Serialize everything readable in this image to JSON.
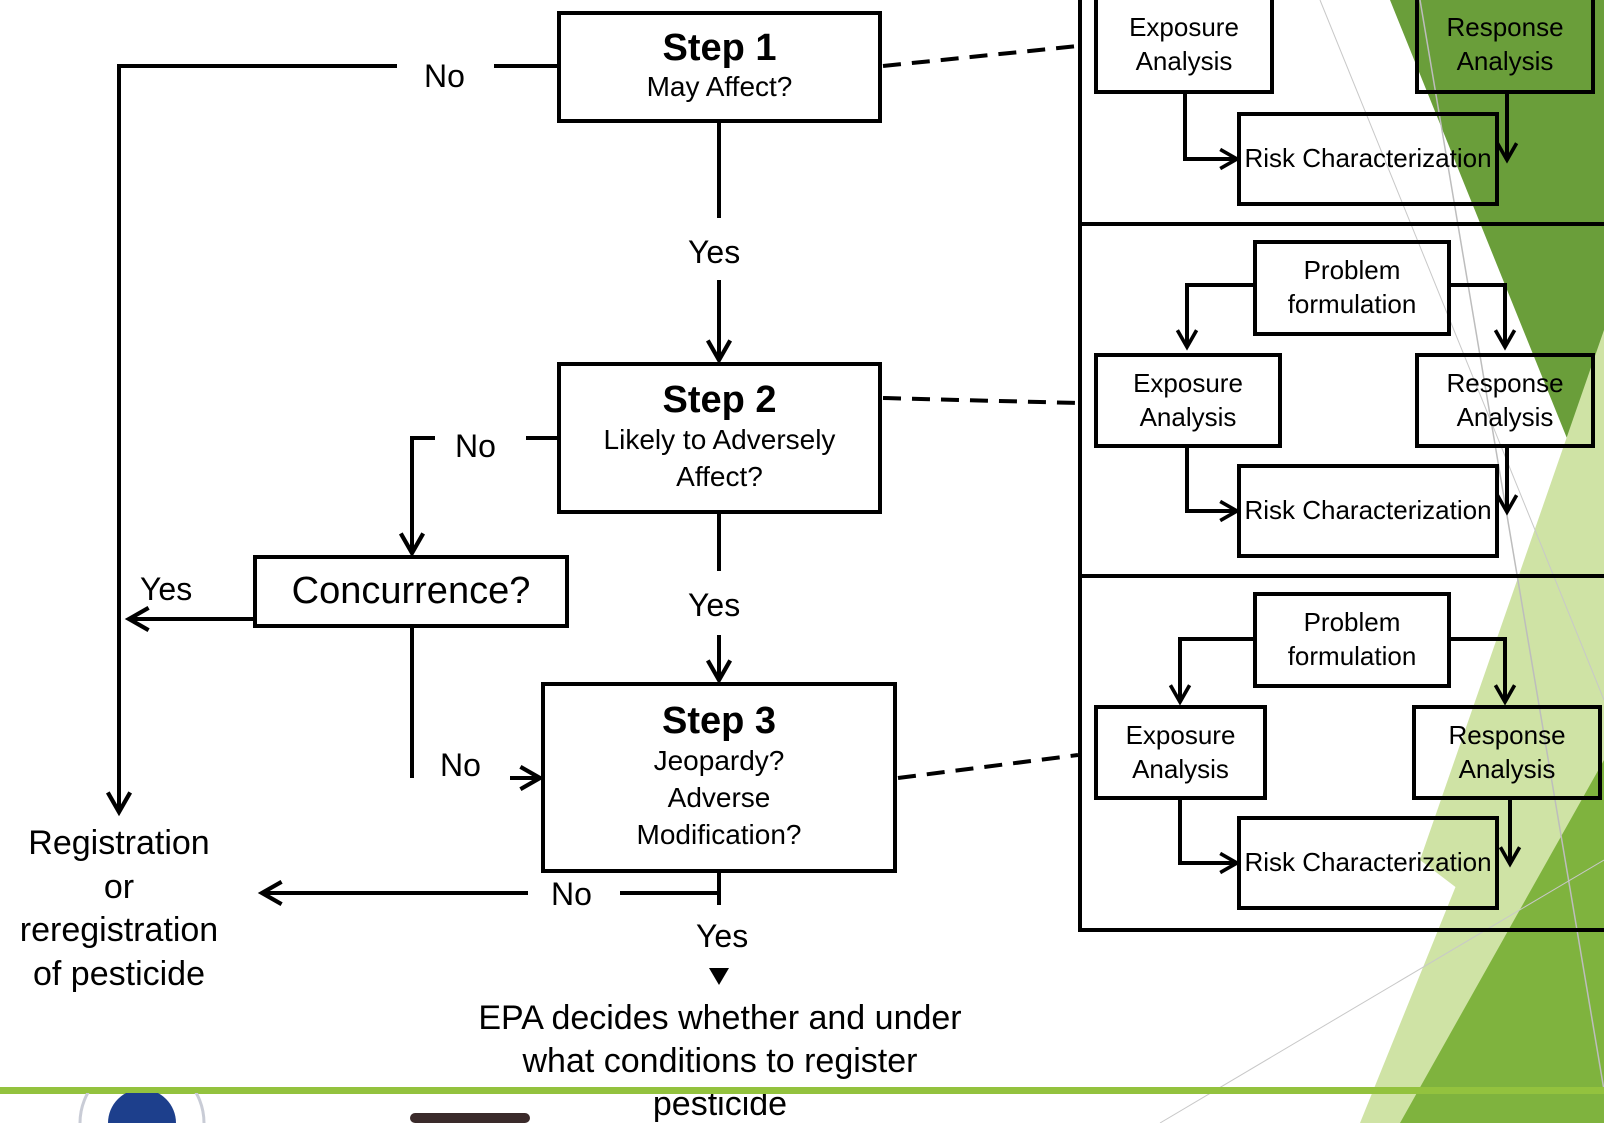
{
  "steps": {
    "step1": {
      "title": "Step 1",
      "question": "May Affect?"
    },
    "step2": {
      "title": "Step 2",
      "question": "Likely to Adversely Affect?"
    },
    "step3": {
      "title": "Step 3",
      "question_lines": [
        "Jeopardy?",
        "Adverse",
        "Modification?"
      ]
    }
  },
  "concurrence": {
    "label": "Concurrence?"
  },
  "branch_labels": {
    "yes": "Yes",
    "no": "No"
  },
  "outcomes": {
    "registration": [
      "Registration",
      "or",
      "reregistration",
      "of pesticide"
    ],
    "epa_decision": [
      "EPA decides whether and under",
      "what conditions to register",
      "pesticide"
    ]
  },
  "risk_panels": [
    {
      "exposure": "Exposure Analysis",
      "response": "Response Analysis",
      "risk": "Risk Characterization"
    },
    {
      "problem": "Problem formulation",
      "exposure": "Exposure Analysis",
      "response": "Response Analysis",
      "risk": "Risk Characterization"
    },
    {
      "problem": "Problem formulation",
      "exposure": "Exposure Analysis",
      "response": "Response Analysis",
      "risk": "Risk Characterization"
    }
  ],
  "colors": {
    "line": "#000000",
    "green_dark": "#6a9e3a",
    "green_mid": "#8dc045",
    "green_light": "#cfe3a5",
    "rule": "#93c23e"
  }
}
